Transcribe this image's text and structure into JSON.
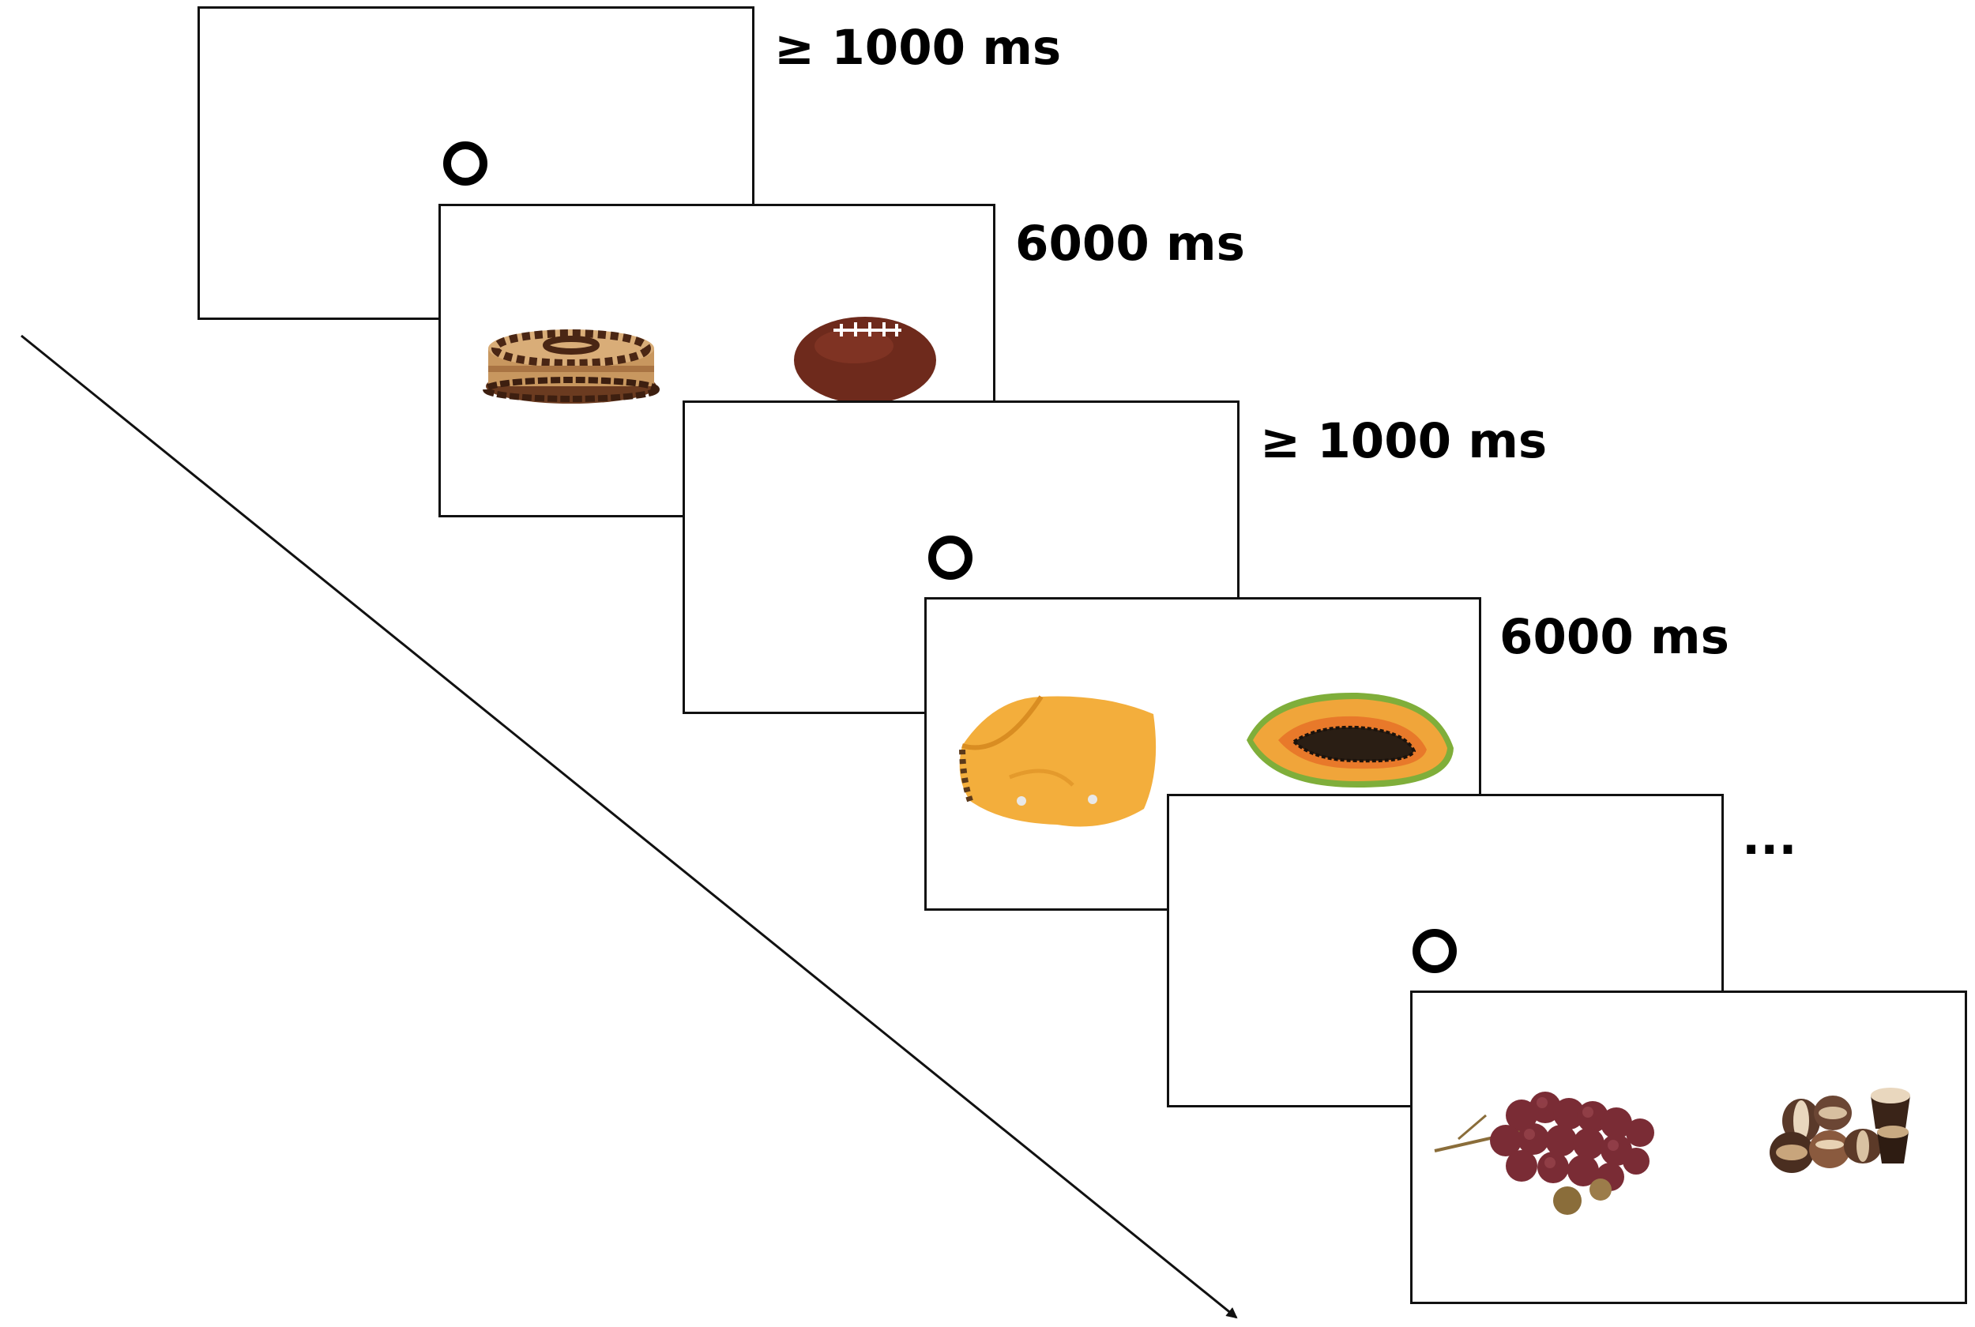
{
  "timeline": {
    "icon": "arrow-down-right"
  },
  "screens": [
    {
      "kind": "fixation",
      "duration_label": "≥ 1000 ms",
      "icon": "circle-fixation-icon"
    },
    {
      "kind": "stimulus",
      "duration_label": "6000 ms",
      "left_image": "cake",
      "right_image": "american-football"
    },
    {
      "kind": "fixation",
      "duration_label": "≥ 1000 ms",
      "icon": "circle-fixation-icon"
    },
    {
      "kind": "stimulus",
      "duration_label": "6000 ms",
      "left_image": "orange-beanbag-pillow",
      "right_image": "papaya-half"
    },
    {
      "kind": "fixation",
      "duration_label": "...",
      "icon": "circle-fixation-icon"
    },
    {
      "kind": "stimulus",
      "duration_label": "",
      "left_image": "red-grapes",
      "right_image": "chocolate-pralines"
    }
  ],
  "colors": {
    "frame_border": "#111111",
    "text": "#000000",
    "cake": "#b98b5a",
    "football": "#6e2a1c",
    "papaya": "#f0a53a",
    "pillow": "#f3ae3c",
    "grapes": "#7a2c35",
    "chocolate": "#5a3a2a"
  }
}
